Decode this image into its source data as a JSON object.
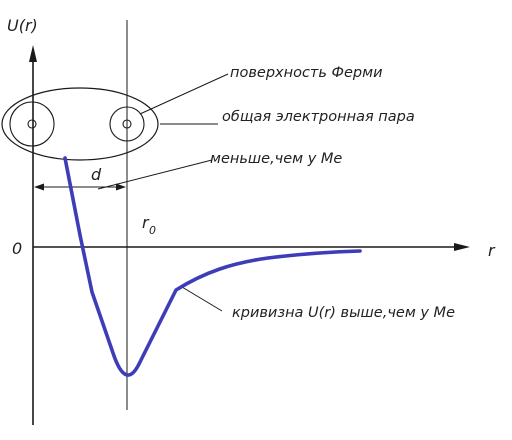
{
  "labels": {
    "y_axis": "U(r)",
    "x_axis": "r",
    "origin": "0",
    "d": "d",
    "r0_main": "r",
    "r0_sub": "0",
    "fermi": "поверхность Ферми",
    "pair": "общая электронная пара",
    "less": "меньше,чем у Me",
    "curvature": "кривизна U(r) выше,чем у Me"
  },
  "colors": {
    "curve": "#3d3db8",
    "ink": "#1a1a1a"
  }
}
